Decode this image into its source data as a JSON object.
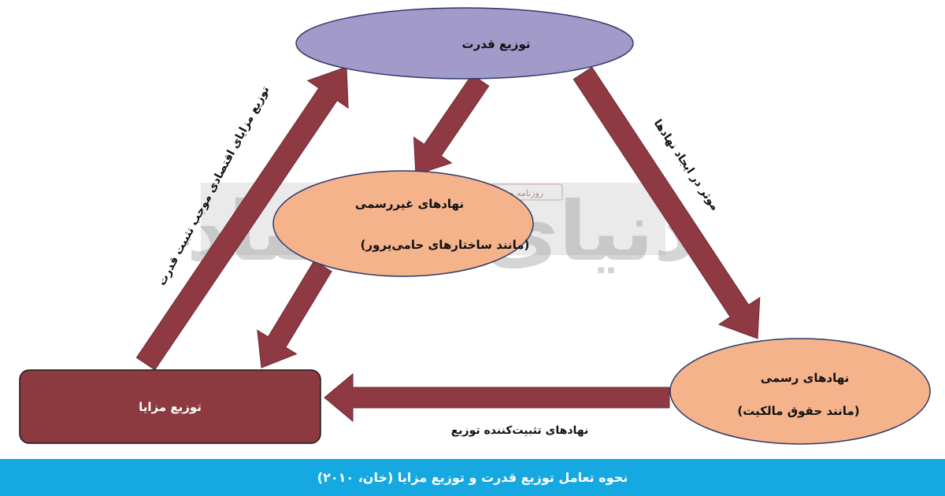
{
  "diagram": {
    "nodes": {
      "power": {
        "label": "توزیع قدرت"
      },
      "informal": {
        "label": "نهادهای غیررسمی",
        "sublabel": "(مانند ساختارهای حامی‌پرور)"
      },
      "formal": {
        "label": "نهادهای رسمی",
        "sublabel": "(مانند حقوق مالکیت)"
      },
      "benefits": {
        "label": "توزیع مزایا"
      }
    },
    "edges": {
      "benefits_to_power": "توزیع مزایای اقتصادی موجب تثبیت قدرت",
      "power_to_formal": "موثر در ایجاد نهادها",
      "formal_to_benefits": "نهادهای تثبیت‌کننده توزیع"
    },
    "watermark": {
      "text": "دنیای اقتصاد",
      "badge": "روزنامه صبح ایران"
    },
    "colors": {
      "arrow": "#8f3a43",
      "arrow_edge": "#6e2a32",
      "power_fill": "#a29bc9",
      "institution_fill": "#f4b38b",
      "benefits_fill": "#8c3940",
      "caption_bg": "#16a9e1"
    }
  },
  "caption": {
    "text": "نحوه تعامل توزیع قدرت و توزیع مزایا (خان، ۲۰۱۰)"
  }
}
